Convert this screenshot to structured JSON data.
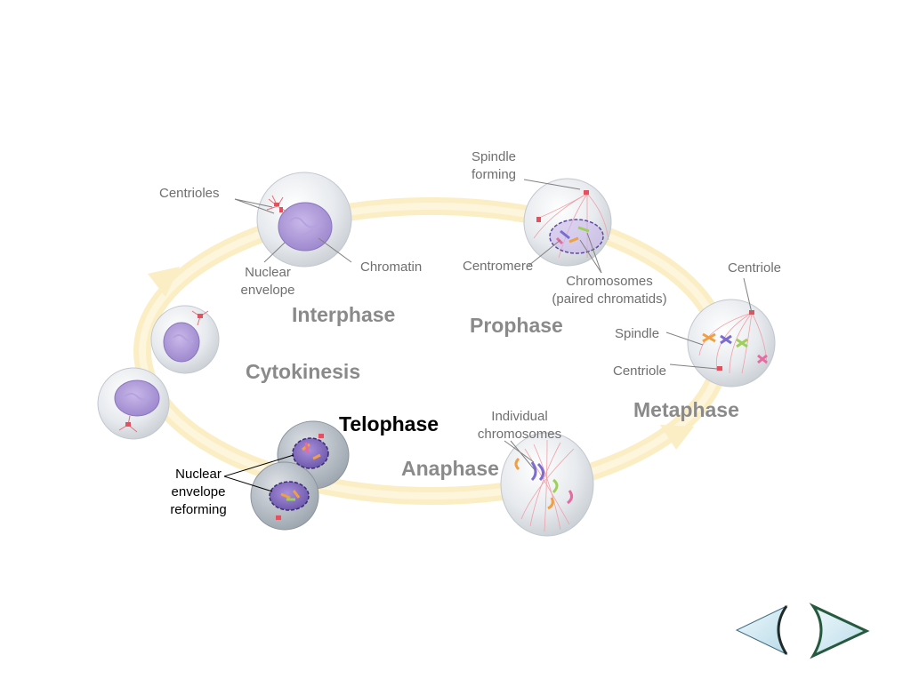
{
  "phases": {
    "interphase": "Interphase",
    "prophase": "Prophase",
    "metaphase": "Metaphase",
    "anaphase": "Anaphase",
    "telophase": "Telophase",
    "cytokinesis": "Cytokinesis"
  },
  "active_phase": "Telophase",
  "labels": {
    "centrioles": "Centrioles",
    "nuclear_envelope": [
      "Nuclear",
      "envelope"
    ],
    "chromatin": "Chromatin",
    "spindle_forming": [
      "Spindle",
      "forming"
    ],
    "centromere": "Centromere",
    "chromosomes_paired": [
      "Chromosomes",
      "(paired chromatids)"
    ],
    "centriole_top": "Centriole",
    "spindle": "Spindle",
    "centriole_bottom": "Centriole",
    "individual_chromosomes": [
      "Individual",
      "chromosomes"
    ],
    "nuclear_envelope_reforming": [
      "Nuclear",
      "envelope",
      "reforming"
    ]
  },
  "colors": {
    "cycle_ring": "#fbeec4",
    "cell_fill": "#e4e8ec",
    "nucleus": "#a48fd0",
    "spindle": "#e8707a",
    "label_text": "#6f6f6f",
    "active_phase": "#000000",
    "nav_fill": "#d6ecf4"
  },
  "navigation": {
    "previous_icon": "previous-arrow-icon",
    "next_icon": "next-arrow-icon"
  }
}
